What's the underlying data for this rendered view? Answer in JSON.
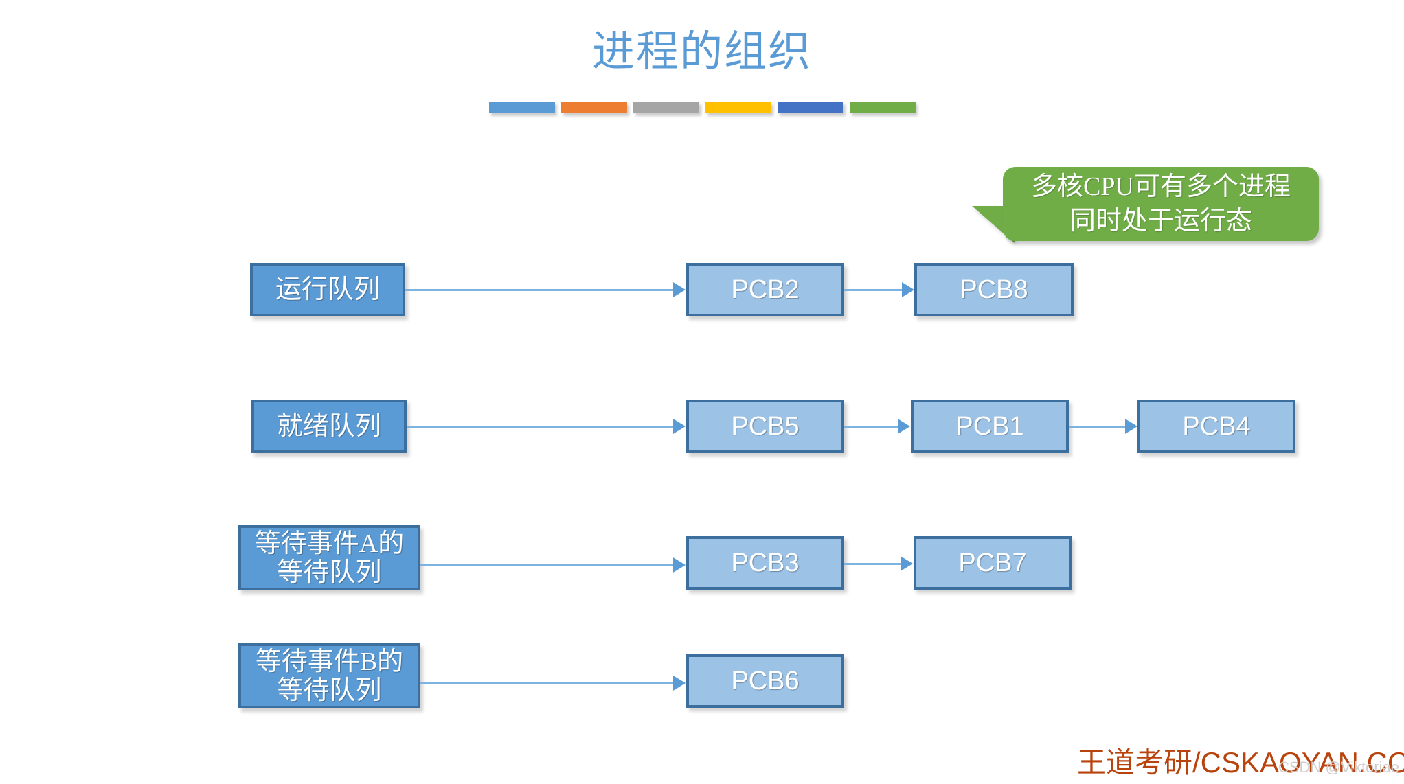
{
  "slide": {
    "title": "进程的组织",
    "title_color": "#5b9bd5",
    "background": "#ffffff"
  },
  "accent_bars": [
    {
      "name": "accent-bar-blue",
      "color": "#5b9bd5"
    },
    {
      "name": "accent-bar-orange",
      "color": "#ed7d31"
    },
    {
      "name": "accent-bar-gray",
      "color": "#a5a5a5"
    },
    {
      "name": "accent-bar-yellow",
      "color": "#ffc000"
    },
    {
      "name": "accent-bar-darkblue",
      "color": "#4472c4"
    },
    {
      "name": "accent-bar-green",
      "color": "#70ad47"
    }
  ],
  "callout": {
    "line1": "多核CPU可有多个进程",
    "line2": "同时处于运行态",
    "fill": "#70ad47",
    "text_color": "#ffffff"
  },
  "rows": [
    {
      "queue_label": "运行队列",
      "queue_label_lines": [
        "运行队列"
      ],
      "pcbs": [
        "PCB2",
        "PCB8"
      ]
    },
    {
      "queue_label": "就绪队列",
      "queue_label_lines": [
        "就绪队列"
      ],
      "pcbs": [
        "PCB5",
        "PCB1",
        "PCB4"
      ]
    },
    {
      "queue_label": "等待事件A的等待队列",
      "queue_label_lines": [
        "等待事件A的",
        "等待队列"
      ],
      "pcbs": [
        "PCB3",
        "PCB7"
      ]
    },
    {
      "queue_label": "等待事件B的等待队列",
      "queue_label_lines": [
        "等待事件B的",
        "等待队列"
      ],
      "pcbs": [
        "PCB6"
      ]
    }
  ],
  "nodes": {
    "row1_queue": "运行队列",
    "row1_pcb1": "PCB2",
    "row1_pcb2": "PCB8",
    "row2_queue": "就绪队列",
    "row2_pcb1": "PCB5",
    "row2_pcb2": "PCB1",
    "row2_pcb3": "PCB4",
    "row3_queue_line1": "等待事件A的",
    "row3_queue_line2": "等待队列",
    "row3_pcb1": "PCB3",
    "row3_pcb2": "PCB7",
    "row4_queue_line1": "等待事件B的",
    "row4_queue_line2": "等待队列",
    "row4_pcb1": "PCB6"
  },
  "watermarks": {
    "brand": "王道考研/CSKAOYAN.COM",
    "brand_color": "#b9430d",
    "csdn": "CSDN @Viktoriae",
    "csdn_color": "#cfcfcf"
  },
  "colors": {
    "queue_fill": "#5b9bd5",
    "pcb_fill": "#9cc2e5",
    "box_border": "#3c6f9e",
    "connector": "#7eb3e0",
    "arrowhead": "#5b9bd5"
  }
}
